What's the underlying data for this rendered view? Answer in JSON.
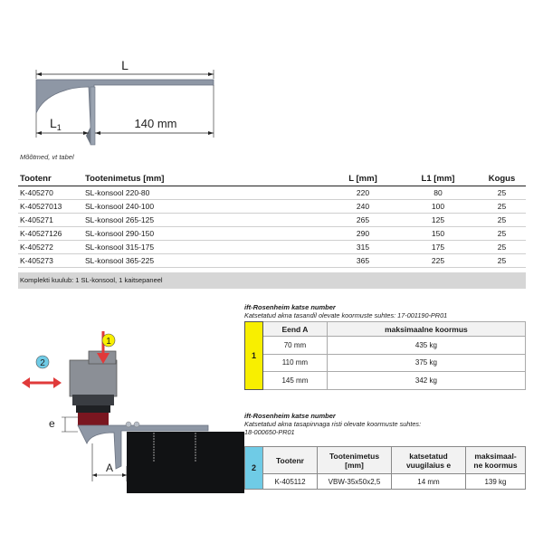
{
  "drawing": {
    "label_L": "L",
    "label_L1": "L",
    "label_L1_sub": "1",
    "label_140": "140 mm"
  },
  "caption": "Mõõtmed, vt tabel",
  "table": {
    "headers": [
      "Tootenr",
      "Tootenimetus [mm]",
      "L [mm]",
      "L1 [mm]",
      "Kogus"
    ],
    "rows": [
      [
        "K-405270",
        "SL-konsool 220-80",
        "220",
        "80",
        "25"
      ],
      [
        "K-40527013",
        "SL-konsool 240-100",
        "240",
        "100",
        "25"
      ],
      [
        "K-405271",
        "SL-konsool 265-125",
        "265",
        "125",
        "25"
      ],
      [
        "K-40527126",
        "SL-konsool 290-150",
        "290",
        "150",
        "25"
      ],
      [
        "K-405272",
        "SL-konsool 315-175",
        "315",
        "175",
        "25"
      ],
      [
        "K-405273",
        "SL-konsool 365-225",
        "365",
        "225",
        "25"
      ]
    ],
    "kit_note": "Komplekti kuulub: 1 SL-konsool, 1 kaitsepaneel"
  },
  "test1": {
    "title": "ift-Rosenheim katse number",
    "subtitle": "Katsetatud akna tasandil olevate koormuste suhtes: 17-001190-PR01",
    "badge": "1",
    "headers": [
      "Eend A",
      "maksimaalne koormus"
    ],
    "rows": [
      [
        "70 mm",
        "435 kg"
      ],
      [
        "110 mm",
        "375 kg"
      ],
      [
        "145 mm",
        "342 kg"
      ]
    ],
    "badge_color": "#f8ef00"
  },
  "test2": {
    "title": "ift-Rosenheim katse number",
    "subtitle1": "Katsetatud akna tasapinnaga risti olevate koormuste suhtes:",
    "subtitle2": "18-000650-PR01",
    "badge": "2",
    "headers": [
      "Tootenr",
      "Tootenimetus [mm]",
      "katsetatud vuugilaius e",
      "maksimaal-ne koormus"
    ],
    "header_lines": [
      [
        "Tootenr"
      ],
      [
        "Tootenimetus",
        "[mm]"
      ],
      [
        "katsetatud",
        "vuugilaius e"
      ],
      [
        "maksimaal-",
        "ne koormus"
      ]
    ],
    "row": [
      "K-405112",
      "VBW-35x50x2,5",
      "14 mm",
      "139 kg"
    ],
    "badge_color": "#6fcbe6"
  },
  "diagram": {
    "arrow1_label": "1",
    "arrow2_label": "2",
    "label_e": "e",
    "label_A": "A",
    "arrow_color": "#e03a3a"
  }
}
